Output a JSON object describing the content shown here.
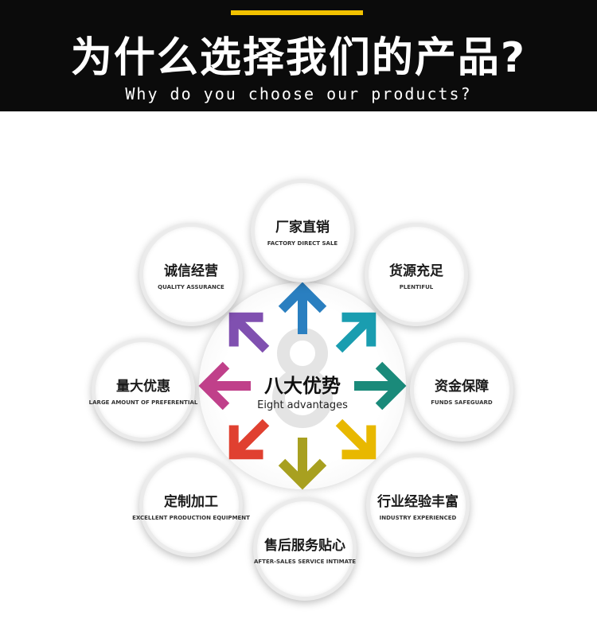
{
  "header": {
    "title": "为什么选择我们的产品?",
    "subtitle": "Why do you choose our products?"
  },
  "center": {
    "digit": "8",
    "title": "八大优势",
    "subtitle": "Eight advantages"
  },
  "advantages": [
    {
      "cn": "厂家直销",
      "en": "FACTORY DIRECT SALE"
    },
    {
      "cn": "货源充足",
      "en": "PLENTIFUL"
    },
    {
      "cn": "资金保障",
      "en": "FUNDS SAFEGUARD"
    },
    {
      "cn": "行业经验丰富",
      "en": "INDUSTRY EXPERIENCED"
    },
    {
      "cn": "售后服务贴心",
      "en": "AFTER-SALES SERVICE INTIMATE"
    },
    {
      "cn": "定制加工",
      "en": "EXCELLENT PRODUCTION EQUIPMENT"
    },
    {
      "cn": "量大优惠",
      "en": "LARGE AMOUNT OF PREFERENTIAL"
    },
    {
      "cn": "诚信经营",
      "en": "QUALITY ASSURANCE"
    }
  ],
  "colors": {
    "accent": "#f2c200",
    "arrows": [
      "#2a7fc0",
      "#1a9db0",
      "#1a8a7a",
      "#e8b800",
      "#a8a020",
      "#e04030",
      "#c0408a",
      "#8050b0"
    ]
  }
}
